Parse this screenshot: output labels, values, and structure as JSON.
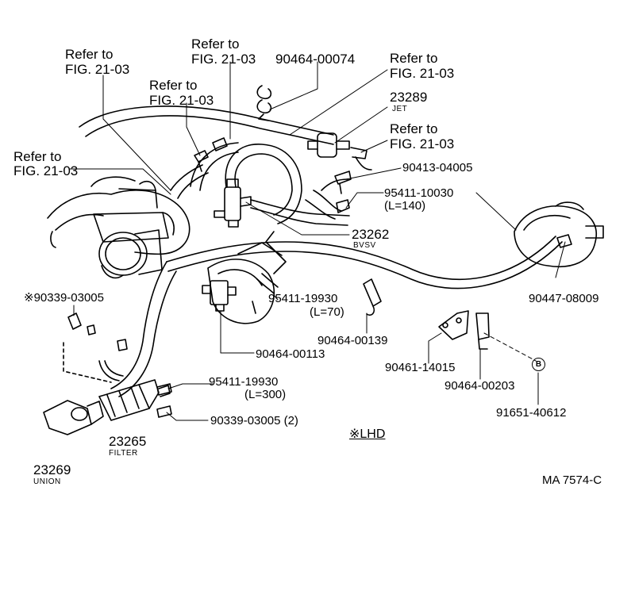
{
  "labels": {
    "refer_a": {
      "line1": "Refer to",
      "line2": "FIG. 21-03"
    },
    "refer_b": {
      "line1": "Refer to",
      "line2": "FIG. 21-03"
    },
    "refer_c": {
      "line1": "Refer to",
      "line2": "FIG. 21-03"
    },
    "refer_d": {
      "line1": "Refer to",
      "line2": "FIG. 21-03"
    },
    "refer_e": {
      "line1": "Refer to",
      "line2": "FIG. 21-03"
    },
    "refer_f": {
      "line1": "Refer to",
      "line2": "FIG. 21-03"
    },
    "p_90464_00074": "90464-00074",
    "p_23289": "23289",
    "p_23289_name": "JET",
    "p_90413_04005": "90413-04005",
    "p_95411_10030": "95411-10030",
    "p_95411_10030_len": "(L=140)",
    "p_23262": "23262",
    "p_23262_name": "BVSV",
    "p_90339_03005_star": "※90339-03005",
    "p_95411_19930_a": "95411-19930",
    "p_95411_19930_a_len": "(L=70)",
    "p_90447_08009": "90447-08009",
    "p_90464_00139": "90464-00139",
    "p_90464_00113": "90464-00113",
    "p_90461_14015": "90461-14015",
    "p_90464_00203": "90464-00203",
    "p_b_marker": "B",
    "p_91651_40612": "91651-40612",
    "p_95411_19930_b": "95411-19930",
    "p_95411_19930_b_len": "(L=300)",
    "p_90339_03005_2": "90339-03005 (2)",
    "lhd_note": "※LHD",
    "p_23265": "23265",
    "p_23265_name": "FILTER",
    "p_23269": "23269",
    "p_23269_name": "UNION",
    "ref_code": "MA  7574-C"
  },
  "colors": {
    "ink": "#000000",
    "paper": "#ffffff"
  }
}
